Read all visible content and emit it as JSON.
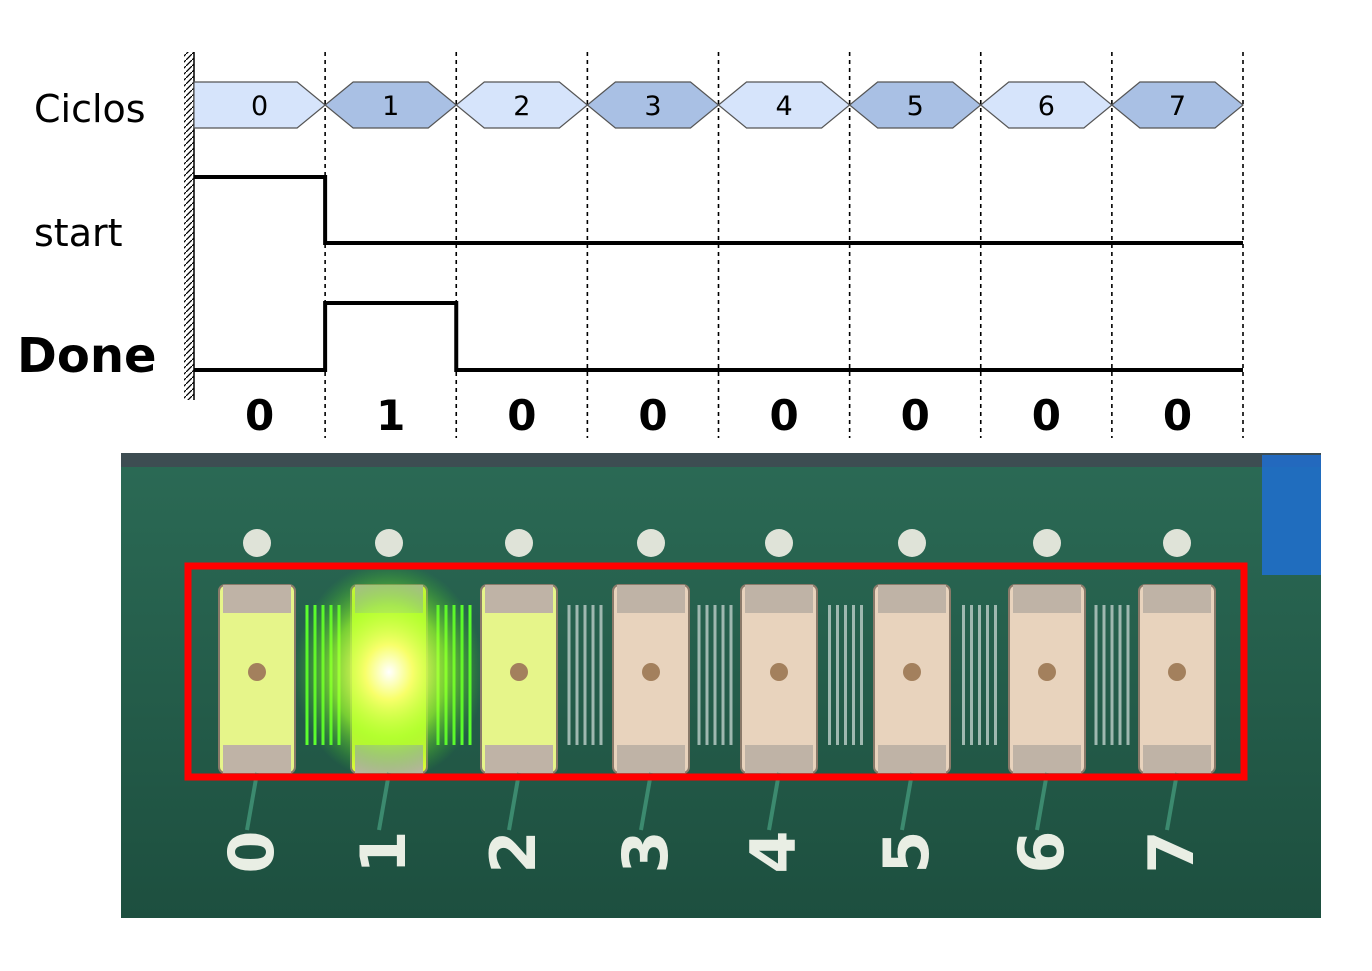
{
  "timing": {
    "signals": {
      "ciclos": "Ciclos",
      "start": "start",
      "done": "Done"
    },
    "cycles": [
      "0",
      "1",
      "2",
      "3",
      "4",
      "5",
      "6",
      "7"
    ],
    "start_levels": [
      1,
      0,
      0,
      0,
      0,
      0,
      0,
      0
    ],
    "done_levels": [
      0,
      1,
      0,
      0,
      0,
      0,
      0,
      0
    ],
    "done_values": [
      "0",
      "1",
      "0",
      "0",
      "0",
      "0",
      "0",
      "0"
    ],
    "colors": {
      "cycle_light": "#d6e4fb",
      "cycle_dark": "#a9c0e4",
      "waveform": "#000000"
    }
  },
  "board": {
    "led_labels": [
      "0",
      "1",
      "2",
      "3",
      "4",
      "5",
      "6",
      "7"
    ],
    "led_lit": [
      false,
      true,
      false,
      false,
      false,
      false,
      false,
      false
    ],
    "colors": {
      "pcb": "#235a48",
      "led_off": "#e8d3bd",
      "led_on": "#e9ff3a",
      "led_glow": "#7cff2a",
      "highlight_box": "#ff0000"
    }
  }
}
